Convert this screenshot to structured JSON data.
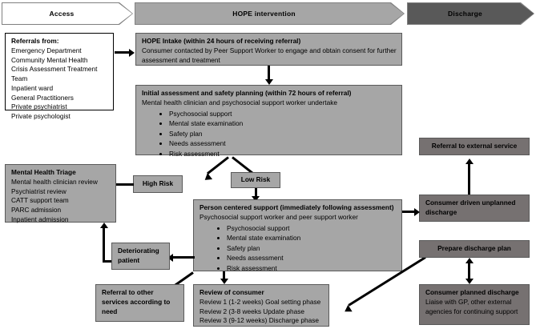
{
  "banners": [
    {
      "label": "Access",
      "style": "white"
    },
    {
      "label": "HOPE intervention",
      "style": "gray"
    },
    {
      "label": "Discharge",
      "style": "dark"
    }
  ],
  "boxes": {
    "referrals": {
      "title": "Referrals from:",
      "lines": [
        "Emergency Department",
        "Community Mental Health",
        "Crisis Assessment Treatment Team",
        "Inpatient ward",
        "General Practitioners",
        "Private psychiatrist",
        "Private psychologist"
      ]
    },
    "intake": {
      "title": "HOPE Intake (within 24 hours of receiving referral)",
      "lines": [
        "Consumer contacted by Peer Support Worker to engage and obtain consent for further assessment and treatment"
      ]
    },
    "initial_assessment": {
      "title": "Initial assessment and safety planning (within 72 hours of referral)",
      "lines": [
        "Mental health clinician and psychosocial support worker undertake"
      ],
      "bullets": [
        "Psychosocial support",
        "Mental state examination",
        "Safety plan",
        "Needs assessment",
        "Risk assessment"
      ]
    },
    "high_risk": {
      "label": "High Risk"
    },
    "low_risk": {
      "label": "Low Risk"
    },
    "triage": {
      "title": "Mental Health Triage",
      "lines": [
        "Mental health clinician review",
        "Psychiatrist review",
        "CATT support team",
        "PARC admission",
        "Inpatient admission"
      ]
    },
    "person_centered": {
      "title": "Person centered support (immediately following assessment)",
      "lines": [
        "Psychosocial support worker and peer support worker"
      ],
      "bullets": [
        "Psychosocial support",
        "Mental state examination",
        "Safety plan",
        "Needs assessment",
        "Risk assessment"
      ]
    },
    "deteriorating": {
      "label": "Deteriorating patient"
    },
    "referral_other": {
      "label": "Referral to other services according to need"
    },
    "review": {
      "title": "Review of consumer",
      "lines": [
        "Review 1 (1-2 weeks) Goal setting phase",
        "Review 2 (3-8 weeks Update phase",
        "Review 3 (9-12 weeks) Discharge phase"
      ]
    },
    "referral_external": {
      "label": "Referral to external service"
    },
    "unplanned_discharge": {
      "label": "Consumer driven unplanned discharge"
    },
    "prepare_discharge": {
      "label": "Prepare discharge plan"
    },
    "planned_discharge": {
      "title": "Consumer planned discharge",
      "lines": [
        "Liaise with GP, other external agencies for continuing support"
      ]
    }
  },
  "colors": {
    "light_gray": "#a6a6a6",
    "dark_gray": "#767171",
    "white": "#ffffff",
    "border": "#5a5a5a",
    "connector": "#000000"
  }
}
